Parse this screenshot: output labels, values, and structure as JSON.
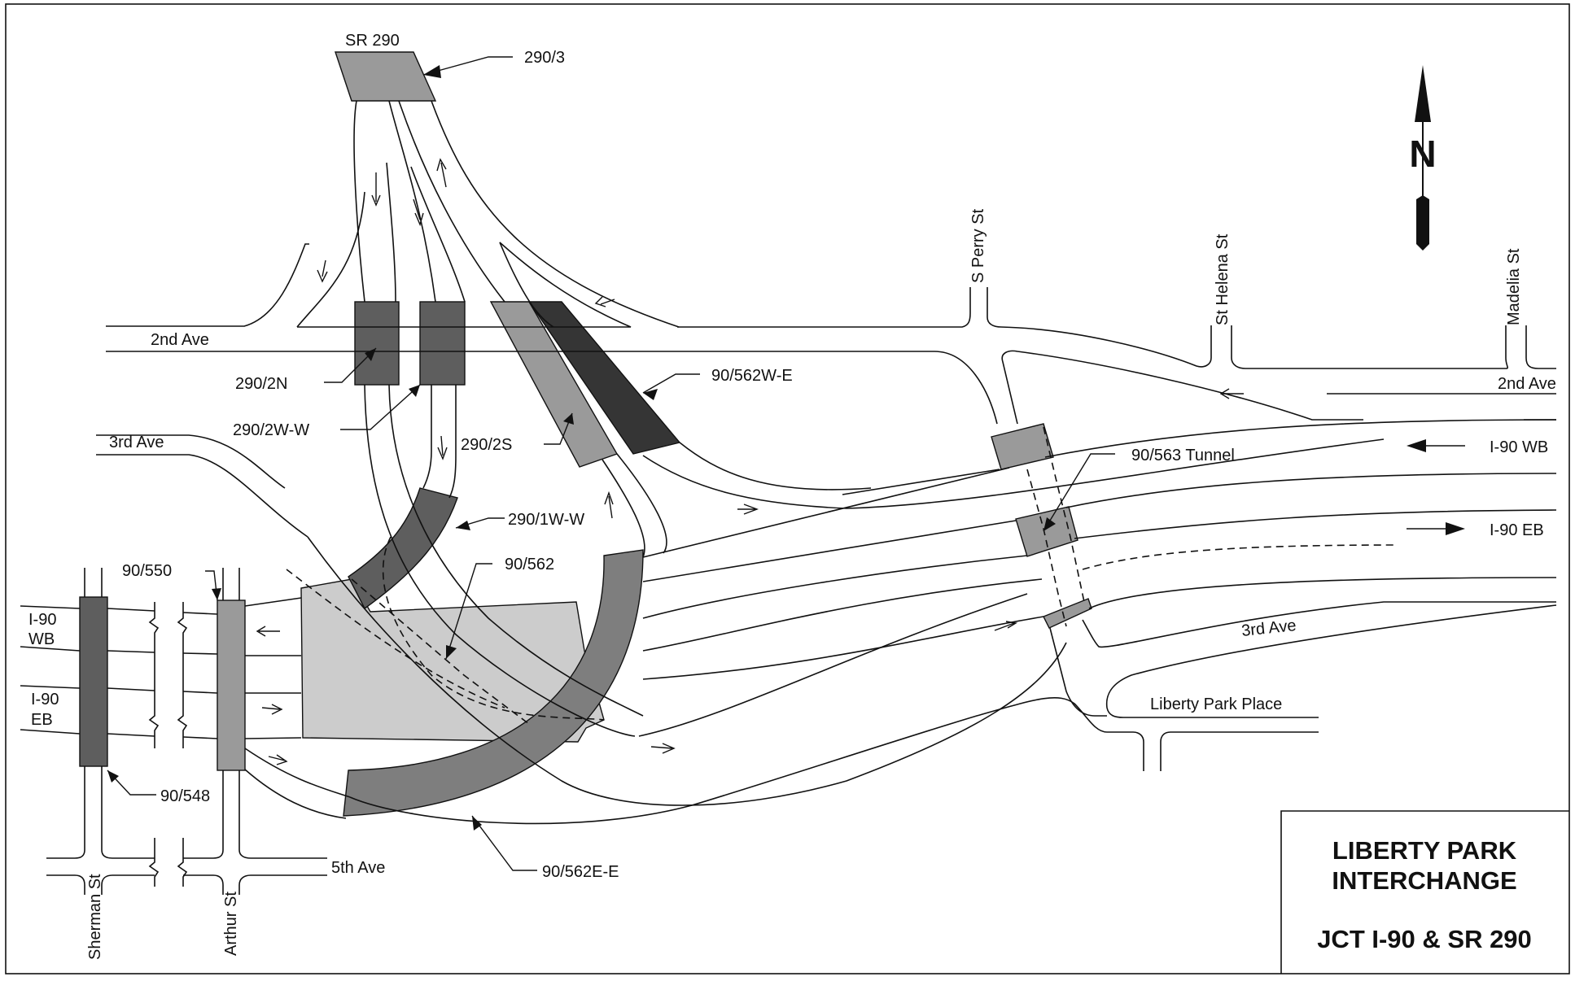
{
  "colors": {
    "light": "#cccccc",
    "medium": "#9a9a9a",
    "medium_dark": "#7e7e7e",
    "dark": "#5e5e5e",
    "darkest": "#353535",
    "line": "#111111"
  },
  "streets": {
    "second_ave_left": "2nd Ave",
    "second_ave_right": "2nd Ave",
    "third_ave_left": "3rd Ave",
    "third_ave_right": "3rd Ave",
    "fifth_ave": "5th Ave",
    "liberty_park_place": "Liberty Park Place",
    "s_perry_st": "S Perry St",
    "st_helena_st": "St Helena St",
    "madelia_st": "Madelia St",
    "sherman_st": "Sherman St",
    "arthur_st": "Arthur St"
  },
  "routes": {
    "sr290": "SR 290",
    "i90_wb_left_1": "I-90",
    "i90_wb_left_2": "WB",
    "i90_eb_left_1": "I-90",
    "i90_eb_left_2": "EB",
    "i90_wb_right": "I-90 WB",
    "i90_eb_right": "I-90 EB"
  },
  "structures": {
    "s290_3": "290/3",
    "s290_2n": "290/2N",
    "s290_2ww": "290/2W-W",
    "s290_2s": "290/2S",
    "s90_562we": "90/562W-E",
    "s90_563": "90/563 Tunnel",
    "s290_1ww": "290/1W-W",
    "s90_562": "90/562",
    "s90_550": "90/550",
    "s90_548": "90/548",
    "s90_562ee": "90/562E-E"
  },
  "north_arrow": {
    "letter": "N",
    "icon": "north-arrow-icon"
  },
  "title_block": {
    "line1": "LIBERTY PARK",
    "line2": "INTERCHANGE",
    "line3": "JCT I-90 & SR 290"
  }
}
